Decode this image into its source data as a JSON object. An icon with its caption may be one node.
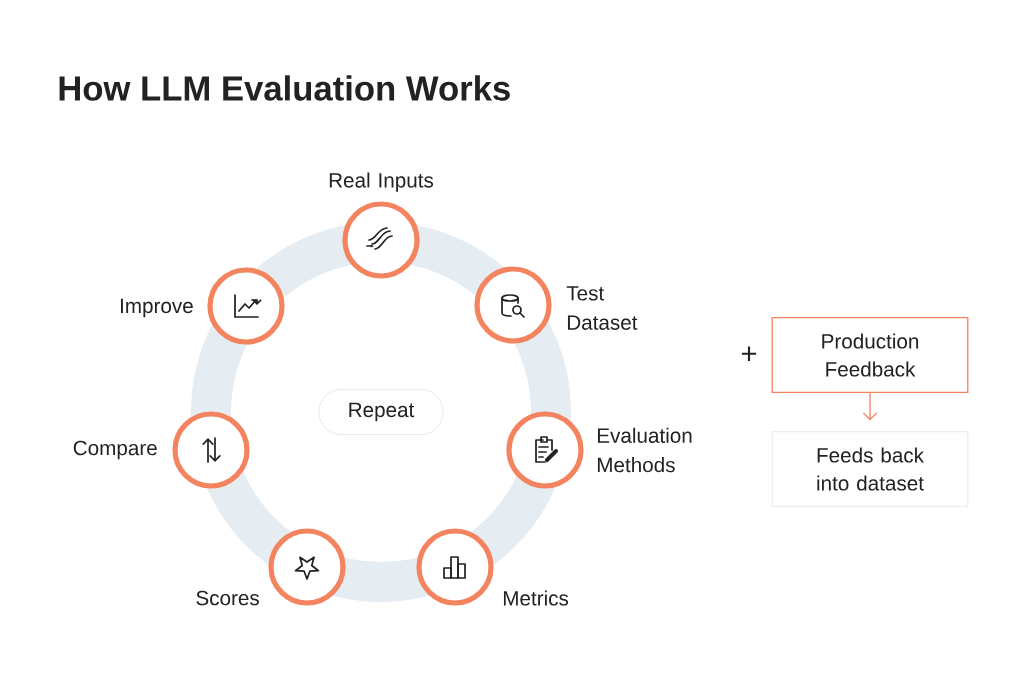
{
  "diagram": {
    "title": "How LLM Evaluation Works",
    "nodes": [
      {
        "text": [],
        "shape": "circle",
        "beside": [
          "Real Inputs"
        ]
      },
      {
        "text": [],
        "shape": "circle",
        "beside": [
          "Test Dataset"
        ]
      },
      {
        "text": [],
        "shape": "circle",
        "beside": [
          "Evaluation Methods"
        ]
      },
      {
        "text": [],
        "shape": "circle",
        "beside": [
          "Metrics"
        ]
      },
      {
        "text": [],
        "shape": "circle",
        "beside": [
          "Scores"
        ]
      },
      {
        "text": [],
        "shape": "circle",
        "beside": [
          "Compare"
        ]
      },
      {
        "text": [],
        "shape": "circle",
        "beside": [
          "Improve"
        ]
      },
      {
        "text": [
          "Repeat"
        ]
      },
      {
        "text": [
          "Production Feedback"
        ]
      },
      {
        "text": [
          "Feeds back into dataset"
        ]
      }
    ],
    "edges": [
      {
        "from": 8,
        "to": 9,
        "arrow": "to"
      }
    ],
    "labels": [
      "+"
    ]
  }
}
